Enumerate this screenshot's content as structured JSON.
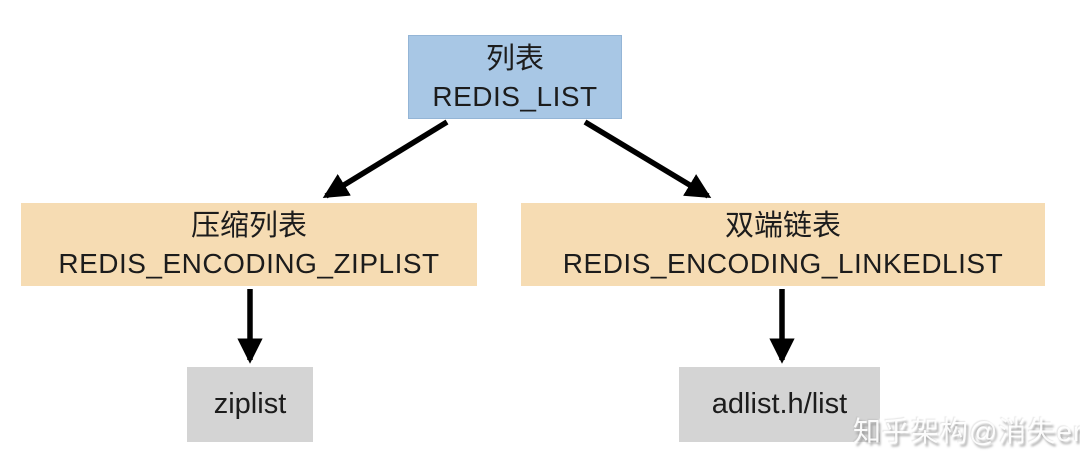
{
  "diagram": {
    "nodes": {
      "root": {
        "line1": "列表",
        "line2": "REDIS_LIST"
      },
      "encoding_ziplist": {
        "line1": "压缩列表",
        "line2": "REDIS_ENCODING_ZIPLIST"
      },
      "encoding_linkedlist": {
        "line1": "双端链表",
        "line2": "REDIS_ENCODING_LINKEDLIST"
      },
      "impl_ziplist": {
        "label": "ziplist"
      },
      "impl_adlist": {
        "label": "adlist.h/list"
      }
    },
    "edges": [
      {
        "from": "root",
        "to": "encoding_ziplist"
      },
      {
        "from": "root",
        "to": "encoding_linkedlist"
      },
      {
        "from": "encoding_ziplist",
        "to": "impl_ziplist"
      },
      {
        "from": "encoding_linkedlist",
        "to": "impl_adlist"
      }
    ],
    "colors": {
      "root_fill": "#a8c7e5",
      "root_border": "#94b5d6",
      "encoding_fill": "#f6dcb3",
      "impl_fill": "#d4d4d4",
      "arrow": "#000000",
      "background": "#ffffff",
      "text": "#1c1c1c"
    }
  },
  "watermark": {
    "text": "知乎架构@消失er"
  }
}
